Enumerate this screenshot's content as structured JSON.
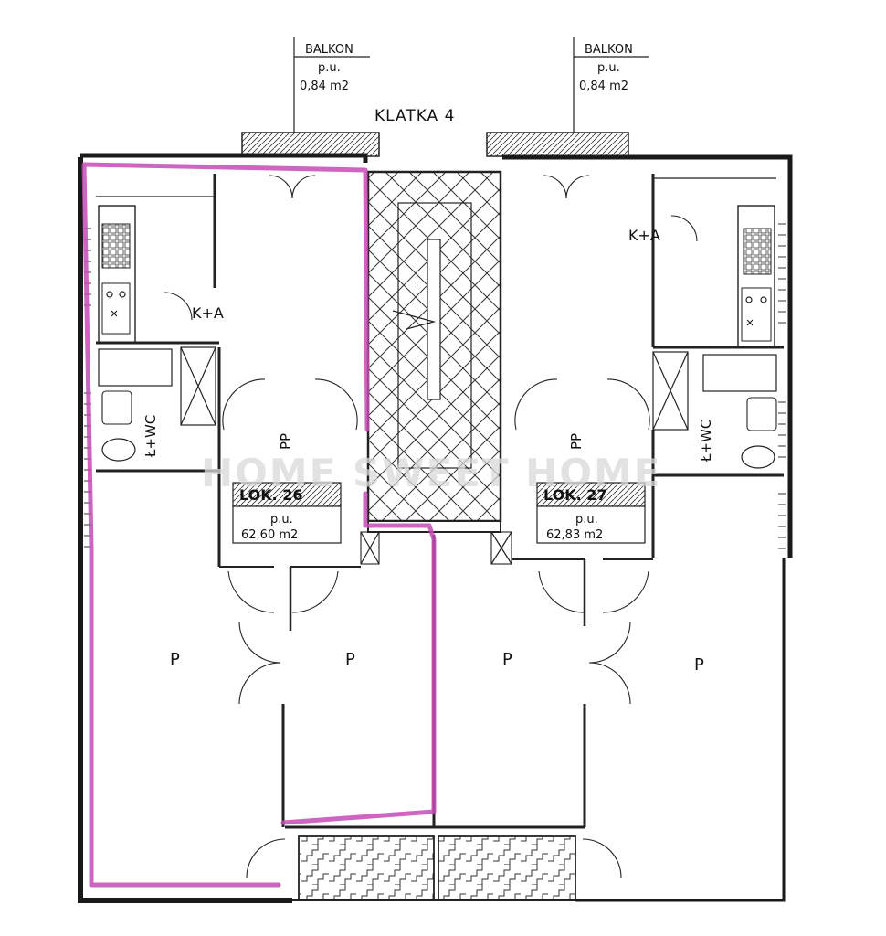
{
  "plan": {
    "stair_label": "KLATKA 4",
    "balconies": [
      {
        "label": "BALKON",
        "pu": "p.u.",
        "area": "0,84 m2"
      },
      {
        "label": "BALKON",
        "pu": "p.u.",
        "area": "0,84 m2"
      }
    ],
    "apartments": [
      {
        "number": "LOK. 26",
        "pu": "p.u.",
        "area": "62,60 m2"
      },
      {
        "number": "LOK. 27",
        "pu": "p.u.",
        "area": "62,83 m2"
      }
    ],
    "rooms": {
      "kitchen_left": "K+A",
      "kitchen_right": "K+A",
      "bath_left": "Ł+WC",
      "bath_right": "Ł+WC",
      "hall_left": "PP",
      "hall_right": "PP",
      "room_1": "P",
      "room_2": "P",
      "room_3": "P",
      "room_4": "P"
    },
    "watermark": "HOME SWEET HOME",
    "highlight_color": "#c64ab6"
  }
}
